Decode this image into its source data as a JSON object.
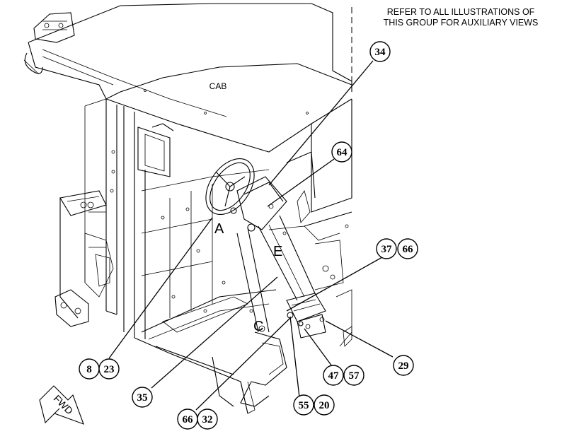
{
  "note": {
    "line1": "REFER TO ALL ILLUSTRATIONS OF",
    "line2": "THIS GROUP FOR AUXILIARY VIEWS"
  },
  "labels": {
    "cab": "CAB",
    "zoneA": "A",
    "zoneE": "E",
    "zoneC": "C",
    "fwd": "FWD"
  },
  "callouts": {
    "c34": "34",
    "c64": "64",
    "c37": "37",
    "c66a": "66",
    "c8": "8",
    "c23": "23",
    "c35": "35",
    "c66b": "66",
    "c32": "32",
    "c55": "55",
    "c20": "20",
    "c47": "47",
    "c57": "57",
    "c29": "29"
  }
}
